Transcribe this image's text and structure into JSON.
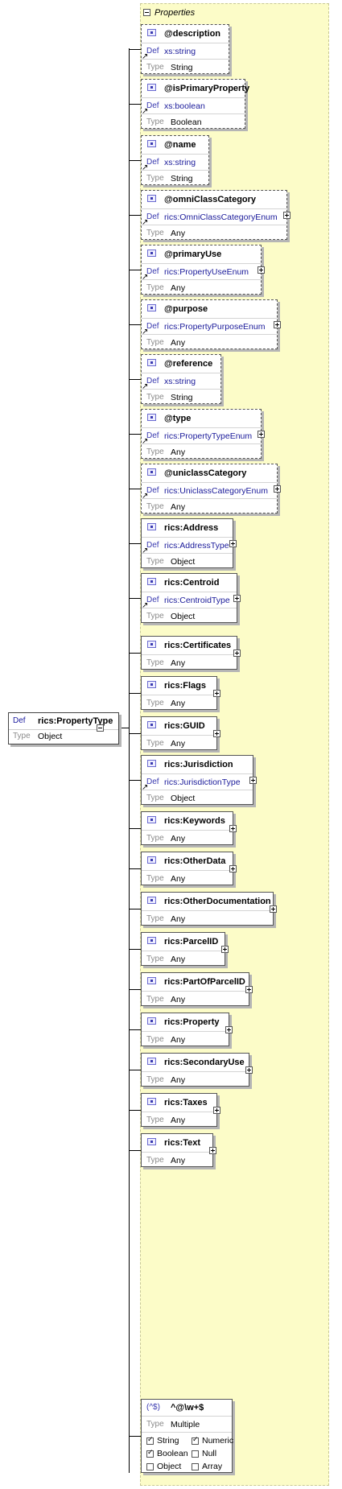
{
  "panel": {
    "title": "Properties"
  },
  "root": {
    "def_key": "Def",
    "name": "rics:PropertyType",
    "type_key": "Type",
    "type": "Object"
  },
  "labels": {
    "def": "Def",
    "type": "Type"
  },
  "nodes": [
    {
      "name": "@description",
      "def": "xs:string",
      "type": "String",
      "kind": "attr"
    },
    {
      "name": "@isPrimaryProperty",
      "def": "xs:boolean",
      "type": "Boolean",
      "kind": "attr"
    },
    {
      "name": "@name",
      "def": "xs:string",
      "type": "String",
      "kind": "attr"
    },
    {
      "name": "@omniClassCategory",
      "def": "rics:OmniClassCategoryEnum",
      "type": "Any",
      "kind": "attr",
      "expand": true
    },
    {
      "name": "@primaryUse",
      "def": "rics:PropertyUseEnum",
      "type": "Any",
      "kind": "attr",
      "expand": true
    },
    {
      "name": "@purpose",
      "def": "rics:PropertyPurposeEnum",
      "type": "Any",
      "kind": "attr",
      "expand": true
    },
    {
      "name": "@reference",
      "def": "xs:string",
      "type": "String",
      "kind": "attr"
    },
    {
      "name": "@type",
      "def": "rics:PropertyTypeEnum",
      "type": "Any",
      "kind": "attr",
      "expand": true
    },
    {
      "name": "@uniclassCategory",
      "def": "rics:UniclassCategoryEnum",
      "type": "Any",
      "kind": "attr",
      "expand": true
    },
    {
      "name": "rics:Address",
      "def": "rics:AddressType",
      "type": "Object",
      "kind": "elem",
      "expand": true
    },
    {
      "name": "rics:Centroid",
      "def": "rics:CentroidType",
      "type": "Object",
      "kind": "elem",
      "expand": true
    },
    {
      "name": "rics:Certificates",
      "type": "Any",
      "kind": "elem",
      "expand": true
    },
    {
      "name": "rics:Flags",
      "type": "Any",
      "kind": "elem",
      "expand": true
    },
    {
      "name": "rics:GUID",
      "type": "Any",
      "kind": "elem",
      "expand": true
    },
    {
      "name": "rics:Jurisdiction",
      "def": "rics:JurisdictionType",
      "type": "Object",
      "kind": "elem",
      "expand": true
    },
    {
      "name": "rics:Keywords",
      "type": "Any",
      "kind": "elem",
      "expand": true
    },
    {
      "name": "rics:OtherData",
      "type": "Any",
      "kind": "elem",
      "expand": true
    },
    {
      "name": "rics:OtherDocumentation",
      "type": "Any",
      "kind": "elem",
      "expand": true
    },
    {
      "name": "rics:ParcelID",
      "type": "Any",
      "kind": "elem",
      "expand": true
    },
    {
      "name": "rics:PartOfParcelID",
      "type": "Any",
      "kind": "elem",
      "expand": true
    },
    {
      "name": "rics:Property",
      "type": "Any",
      "kind": "elem",
      "expand": true
    },
    {
      "name": "rics:SecondaryUse",
      "type": "Any",
      "kind": "elem",
      "expand": true
    },
    {
      "name": "rics:Taxes",
      "type": "Any",
      "kind": "elem",
      "expand": true
    },
    {
      "name": "rics:Text",
      "type": "Any",
      "kind": "elem",
      "expand": true
    }
  ],
  "pattern": {
    "badge": "(^$)",
    "regex": "^@\\w+$",
    "type_key": "Type",
    "type": "Multiple",
    "options": [
      {
        "label": "String",
        "checked": true
      },
      {
        "label": "Numeric",
        "checked": true
      },
      {
        "label": "Boolean",
        "checked": true
      },
      {
        "label": "Null",
        "checked": false
      },
      {
        "label": "Object",
        "checked": false
      },
      {
        "label": "Array",
        "checked": false
      }
    ]
  }
}
